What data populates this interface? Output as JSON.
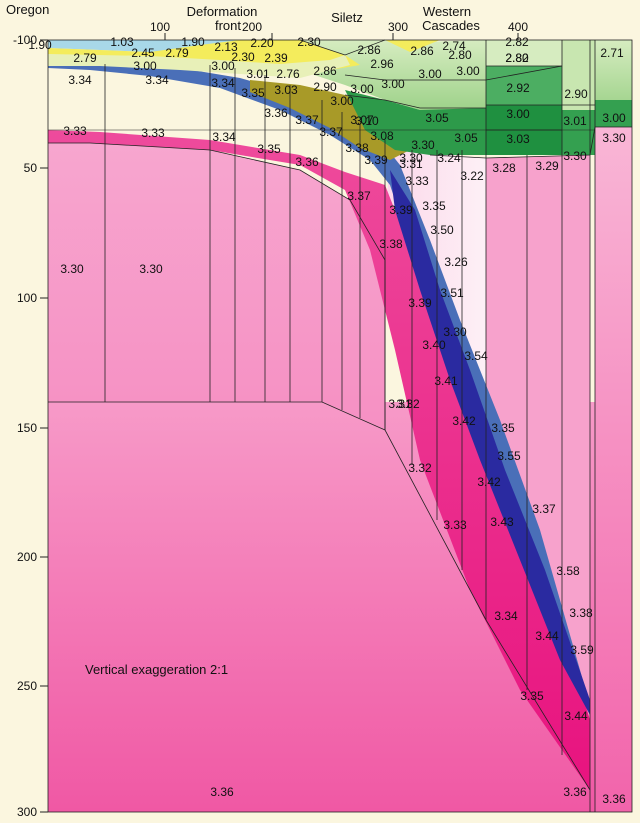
{
  "titles": {
    "state": "Oregon",
    "deformation_line1": "Deformation",
    "deformation_line2": "front",
    "siletz": "Siletz",
    "cascades_line1": "Western",
    "cascades_line2": "Cascades",
    "note": "Vertical exaggeration 2:1"
  },
  "axes": {
    "x_ticks": [
      "100",
      "200",
      "300",
      "400"
    ],
    "y_ticks": [
      "-100",
      "50",
      "100",
      "150",
      "200",
      "250",
      "300"
    ]
  },
  "colors": {
    "background": "#fbf6df",
    "mantle_pink": "#f472b3",
    "slab_magenta": "#e81c84",
    "slab_blue": "#2a2aa0",
    "crust_green": "#52b06a",
    "sediment_yellow": "#f4ec5c",
    "olive": "#a89a28"
  },
  "density_labels": [
    "1.90",
    "1.03",
    "1.90",
    "2.13",
    "2.20",
    "2.30",
    "2.79",
    "2.45",
    "2.79",
    "2.30",
    "2.39",
    "2.86",
    "2.86",
    "2.74",
    "2.82",
    "2.80",
    "2.82",
    "2.80",
    "2.71",
    "3.00",
    "3.00",
    "3.01",
    "2.76",
    "2.86",
    "2.96",
    "3.00",
    "3.00",
    "3.34",
    "3.34",
    "3.34",
    "3.35",
    "3.03",
    "2.90",
    "3.00",
    "3.00",
    "2.92",
    "2.90",
    "3.36",
    "3.37",
    "3.00",
    "3.10",
    "3.05",
    "3.00",
    "3.01",
    "3.00",
    "3.33",
    "3.33",
    "3.34",
    "3.35",
    "3.36",
    "3.37",
    "3.07",
    "3.08",
    "3.05",
    "3.03",
    "3.30",
    "3.31",
    "3.38",
    "3.39",
    "3.30",
    "3.24",
    "3.30",
    "3.28",
    "3.29",
    "3.22",
    "3.33",
    "3.37",
    "3.39",
    "3.35",
    "3.30",
    "3.30",
    "3.30",
    "3.50",
    "3.38",
    "3.26",
    "3.51",
    "3.39",
    "3.30",
    "3.40",
    "3.54",
    "3.41",
    "3.31",
    "3.42",
    "3.35",
    "3.32",
    "3.55",
    "3.42",
    "3.32",
    "3.37",
    "3.43",
    "3.33",
    "3.58",
    "3.34",
    "3.38",
    "3.44",
    "3.59",
    "3.35",
    "3.44",
    "3.36",
    "3.36",
    "3.36"
  ]
}
